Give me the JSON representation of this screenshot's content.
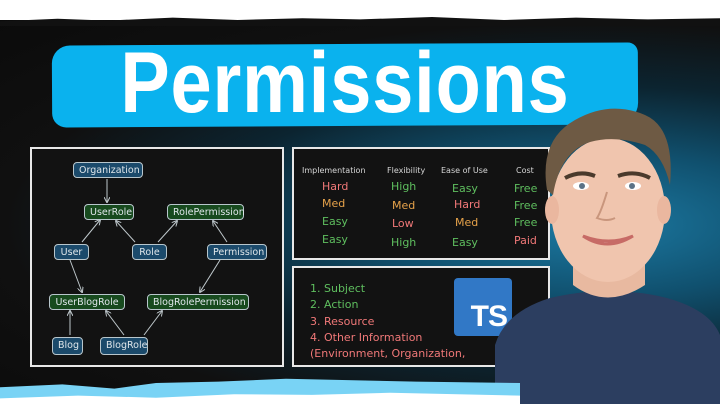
{
  "title": "Permissions",
  "colors": {
    "title_band": "#0ab2ee",
    "panel_bg": "#121212",
    "panel_border": "#e8e8e8",
    "node_blue": "#1b4a6b",
    "node_green": "#174a1e",
    "text_red": "#f07878",
    "text_orange": "#e6a24a",
    "text_green": "#5fbf5f",
    "ts_blue": "#3178c6"
  },
  "diagram": {
    "nodes": [
      {
        "id": "organization",
        "label": "Organization",
        "type": "entity"
      },
      {
        "id": "userrole",
        "label": "UserRole",
        "type": "join"
      },
      {
        "id": "rolepermission",
        "label": "RolePermission",
        "type": "join"
      },
      {
        "id": "user",
        "label": "User",
        "type": "entity"
      },
      {
        "id": "role",
        "label": "Role",
        "type": "entity"
      },
      {
        "id": "permission",
        "label": "Permission",
        "type": "entity"
      },
      {
        "id": "userblogrole",
        "label": "UserBlogRole",
        "type": "join"
      },
      {
        "id": "blogrolepermission",
        "label": "BlogRolePermission",
        "type": "join"
      },
      {
        "id": "blog",
        "label": "Blog",
        "type": "entity"
      },
      {
        "id": "blogrole",
        "label": "BlogRole",
        "type": "entity"
      }
    ],
    "edges": [
      [
        "Organization",
        "UserRole"
      ],
      [
        "User",
        "UserRole"
      ],
      [
        "Role",
        "UserRole"
      ],
      [
        "Role",
        "RolePermission"
      ],
      [
        "Permission",
        "RolePermission"
      ],
      [
        "User",
        "UserBlogRole"
      ],
      [
        "Permission",
        "BlogRolePermission"
      ],
      [
        "Blog",
        "UserBlogRole"
      ],
      [
        "BlogRole",
        "UserBlogRole"
      ],
      [
        "BlogRole",
        "BlogRolePermission"
      ]
    ]
  },
  "comparison": {
    "headers": [
      "Implementation",
      "Flexibility",
      "Ease of Use",
      "Cost"
    ],
    "rows": [
      [
        {
          "v": "Hard",
          "c": "red"
        },
        {
          "v": "High",
          "c": "green"
        },
        {
          "v": "Easy",
          "c": "green"
        },
        {
          "v": "Free",
          "c": "green"
        }
      ],
      [
        {
          "v": "Med",
          "c": "orange"
        },
        {
          "v": "Med",
          "c": "orange"
        },
        {
          "v": "Hard",
          "c": "red"
        },
        {
          "v": "Free",
          "c": "green"
        }
      ],
      [
        {
          "v": "Easy",
          "c": "green"
        },
        {
          "v": "Low",
          "c": "red"
        },
        {
          "v": "Med",
          "c": "orange"
        },
        {
          "v": "Free",
          "c": "green"
        }
      ],
      [
        {
          "v": "Easy",
          "c": "green"
        },
        {
          "v": "High",
          "c": "green"
        },
        {
          "v": "Easy",
          "c": "green"
        },
        {
          "v": "Paid",
          "c": "red"
        }
      ]
    ]
  },
  "list": {
    "items": [
      {
        "label": "1.  Subject",
        "c": "green"
      },
      {
        "label": "2. Action",
        "c": "green"
      },
      {
        "label": "3. Resource",
        "c": "red"
      },
      {
        "label": "4. Other Information",
        "c": "red"
      },
      {
        "label": "    (Environment, Organization,",
        "c": "red"
      }
    ],
    "logo_text": "TS"
  }
}
